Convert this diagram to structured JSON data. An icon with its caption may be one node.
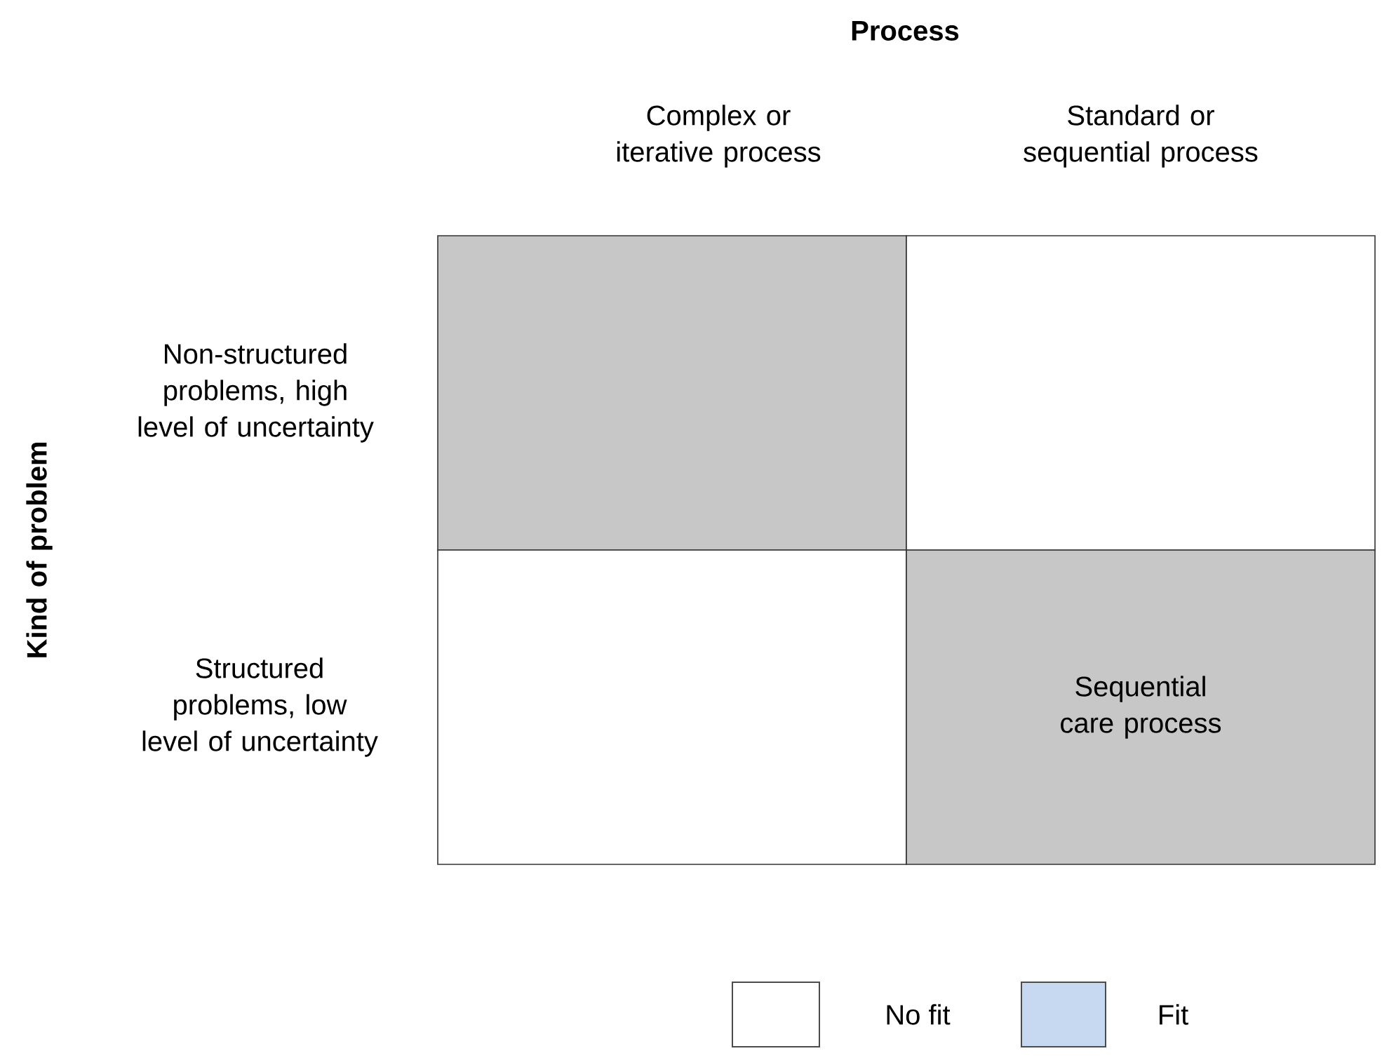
{
  "diagram": {
    "title": "Process",
    "nodes": [
      {
        "text": [],
        "shape": "box"
      },
      {
        "text": [],
        "shape": "box"
      },
      {
        "text": [],
        "shape": "box"
      },
      {
        "text": [
          "Sequential care process"
        ]
      }
    ],
    "edges": [],
    "labels": [
      "Complex or iterative process",
      "Standard or sequential process",
      "Kind of problem",
      "Non-structured problems, high level of uncertainty",
      "Structured problems, low level of uncertainty"
    ],
    "legend": [
      {
        "text": "No fit"
      },
      {
        "text": "Fit",
        "color": "#c6d9f1"
      }
    ]
  }
}
